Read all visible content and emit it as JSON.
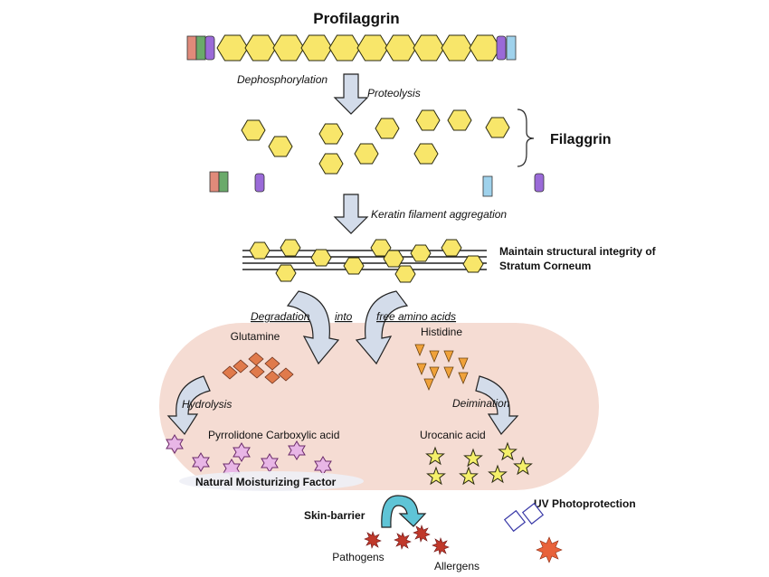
{
  "title": "Profilaggrin",
  "steps": {
    "dephosphorylation": "Dephosphorylation",
    "proteolysis": "Proteolysis",
    "keratin_aggregation": "Keratin filament aggregation"
  },
  "filaggrin_label": "Filaggrin",
  "stratum": {
    "line1": "Maintain structural integrity of",
    "line2": "Stratum Corneum"
  },
  "degradation": {
    "word1": "Degradation",
    "word2": "into",
    "word3": "free amino acids"
  },
  "left_branch": {
    "amino_acid": "Glutamine",
    "process": "Hydrolysis",
    "product": "Pyrrolidone Carboxylic acid"
  },
  "right_branch": {
    "amino_acid": "Histidine",
    "process": "Deimination",
    "product": "Urocanic acid"
  },
  "nmf_label": "Natural Moisturizing Factor",
  "skin_barrier": "Skin-barrier",
  "pathogens": "Pathogens",
  "allergens": "Allergens",
  "uv": "UV Photoprotection",
  "colors": {
    "hexagon": "#f8e66a",
    "pink_region": "#f5dcd3",
    "arrow_fill": "#d3dcea",
    "glutamine": "#e07a4b",
    "histidine": "#f0a23a",
    "pca_star": "#e8b6e6",
    "urocanic_star": "#f5f06a",
    "nmf_blob": "#eef0f6",
    "skin_arrow": "#5fc4d6",
    "pathogen": "#c0392b",
    "uv_prism": "#3a3aa8",
    "sun": "#e8623a"
  }
}
